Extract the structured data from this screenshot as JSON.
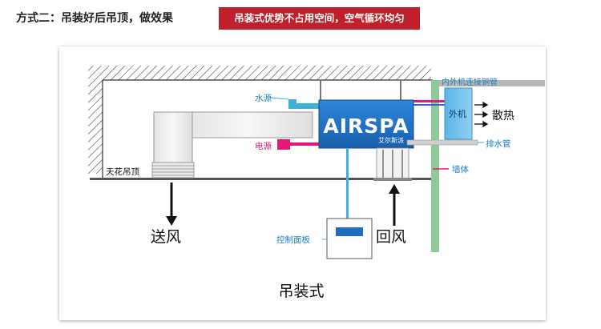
{
  "header": {
    "title": "方式二：吊装好后吊顶，做效果",
    "badge": "吊装式优势不占用空间，空气循环均匀"
  },
  "diagram": {
    "brand": "AIRSPA",
    "brand_sub": "艾尔斯派",
    "labels": {
      "water": "水源",
      "power": "电源",
      "ceiling": "天花吊顶",
      "copper_pipe": "内外机连接铜管",
      "outdoor_unit": "外机",
      "heat": "散热",
      "drain": "排水管",
      "wall": "墙体",
      "supply_air": "送风",
      "return_air": "回风",
      "control_panel": "控制面板",
      "caption": "吊装式"
    },
    "colors": {
      "unit_blue": "#1e6fc2",
      "pipe_cyan": "#3fb0d6",
      "power_pink": "#e0197a",
      "wall_green": "#8ec99a",
      "badge_red": "#c0202a"
    }
  }
}
